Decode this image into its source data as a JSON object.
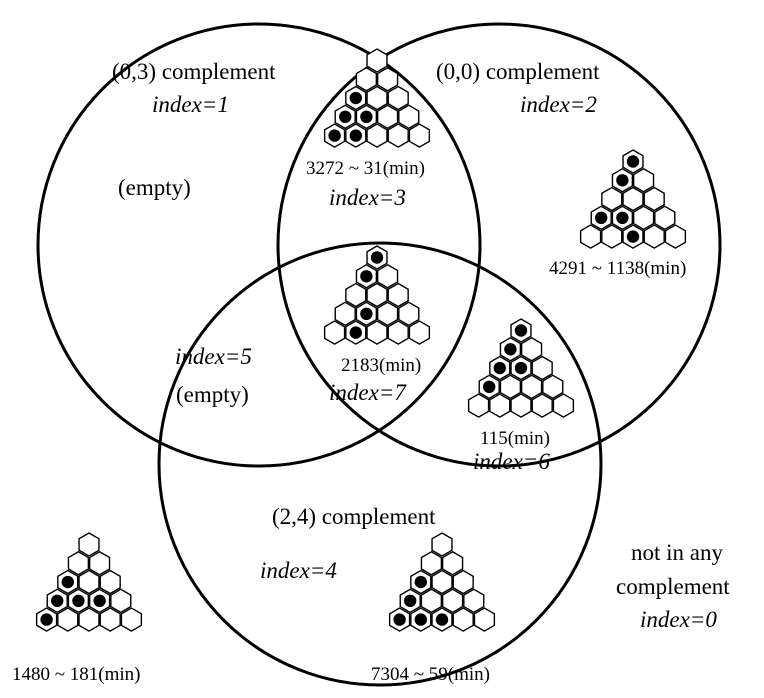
{
  "diagram": {
    "circles": {
      "c03": {
        "title": "(0,3) complement"
      },
      "c00": {
        "title": "(0,0) complement"
      },
      "c24": {
        "title": "(2,4) complement"
      }
    },
    "regions": {
      "r1": {
        "index": "index=1",
        "note": "(empty)"
      },
      "r2": {
        "index": "index=2",
        "caption": "4291 ~ 1138(min)",
        "filled": [
          [
            0,
            0
          ],
          [
            1,
            0
          ],
          [
            3,
            0
          ],
          [
            3,
            1
          ],
          [
            4,
            2
          ]
        ]
      },
      "r3": {
        "index": "index=3",
        "caption": "3272 ~ 31(min)",
        "filled": [
          [
            2,
            0
          ],
          [
            3,
            0
          ],
          [
            3,
            1
          ],
          [
            4,
            0
          ],
          [
            4,
            1
          ]
        ]
      },
      "r5": {
        "index": "index=5",
        "note": "(empty)"
      },
      "r6": {
        "index": "index=6",
        "caption": "115(min)",
        "filled": [
          [
            0,
            0
          ],
          [
            1,
            0
          ],
          [
            2,
            0
          ],
          [
            2,
            1
          ],
          [
            3,
            0
          ]
        ]
      },
      "r7": {
        "index": "index=7",
        "caption": "2183(min)",
        "filled": [
          [
            0,
            0
          ],
          [
            1,
            0
          ],
          [
            3,
            1
          ],
          [
            4,
            1
          ]
        ]
      },
      "r4": {
        "index": "index=4",
        "caption": "7304 ~ 59(min)",
        "filled": [
          [
            2,
            0
          ],
          [
            3,
            0
          ],
          [
            4,
            0
          ],
          [
            4,
            1
          ],
          [
            4,
            2
          ]
        ]
      },
      "r0": {
        "text_line1": "not in any",
        "text_line2": "complement",
        "index": "index=0",
        "caption": "1480 ~ 181(min)",
        "filled": [
          [
            2,
            0
          ],
          [
            3,
            0
          ],
          [
            3,
            1
          ],
          [
            3,
            2
          ],
          [
            4,
            0
          ]
        ]
      }
    }
  },
  "colors": {
    "stroke": "#000000",
    "background": "#ffffff",
    "filled_dot": "#000000"
  }
}
